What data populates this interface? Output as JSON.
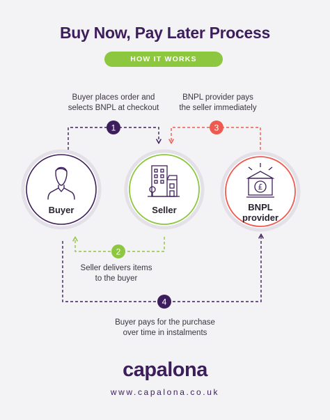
{
  "title": "Buy Now, Pay Later Process",
  "subtitle": "HOW IT WORKS",
  "nodes": {
    "buyer": {
      "label": "Buyer",
      "icon": "person-icon"
    },
    "seller": {
      "label": "Seller",
      "icon": "buildings-icon"
    },
    "provider": {
      "label_line1": "BNPL",
      "label_line2": "provider",
      "icon": "bank-pound-icon"
    }
  },
  "steps": [
    {
      "number": "1",
      "line1": "Buyer places order and",
      "line2": "selects BNPL at checkout"
    },
    {
      "number": "2",
      "line1": "Seller delivers items",
      "line2": "to the buyer"
    },
    {
      "number": "3",
      "line1": "BNPL provider pays",
      "line2": "the seller immediately"
    },
    {
      "number": "4",
      "line1": "Buyer pays for the purchase",
      "line2": "over time in instalments"
    }
  ],
  "brand": {
    "name": "capalona",
    "url": "www.capalona.co.uk"
  },
  "colors": {
    "purple": "#3d1e5c",
    "green": "#8dc63f",
    "coral": "#ee5a4f",
    "background": "#f3f2f5"
  }
}
